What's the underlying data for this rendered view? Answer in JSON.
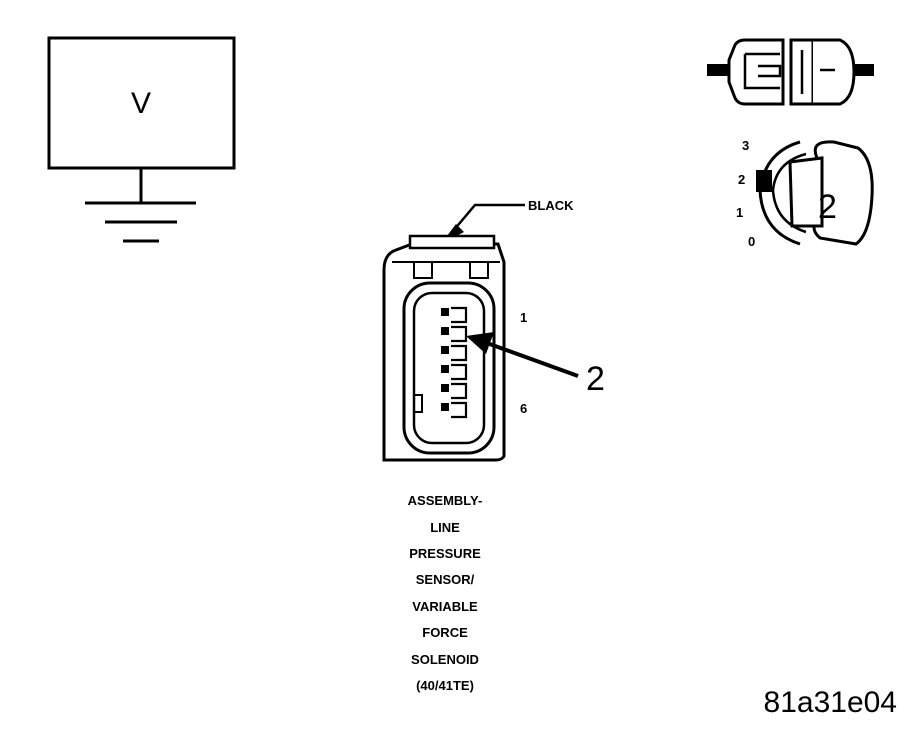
{
  "meter": {
    "label": "V"
  },
  "connector": {
    "color_label": "BLACK",
    "pin_first": "1",
    "pin_last": "6",
    "callout": "2",
    "caption_lines": [
      "ASSEMBLY-",
      "LINE",
      "PRESSURE",
      "SENSOR/",
      "VARIABLE",
      "FORCE",
      "SOLENOID",
      "(40/41TE)"
    ]
  },
  "selector": {
    "positions": [
      "3",
      "2",
      "1",
      "0"
    ],
    "setting": "2"
  },
  "figure_id": "81a31e04"
}
